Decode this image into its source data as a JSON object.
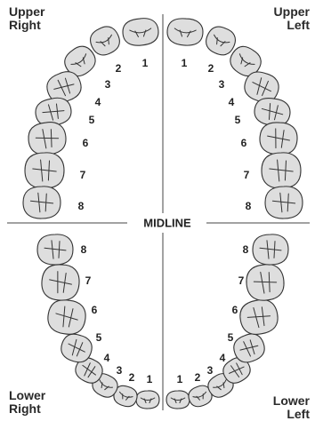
{
  "labels": {
    "upper_right": [
      "Upper",
      "Right"
    ],
    "upper_left": [
      "Upper",
      "Left"
    ],
    "lower_right": [
      "Lower",
      "Right"
    ],
    "lower_left": [
      "Lower",
      "Left"
    ],
    "midline": "MIDLINE"
  },
  "tooth_numbers": [
    "1",
    "2",
    "3",
    "4",
    "5",
    "6",
    "7",
    "8"
  ]
}
